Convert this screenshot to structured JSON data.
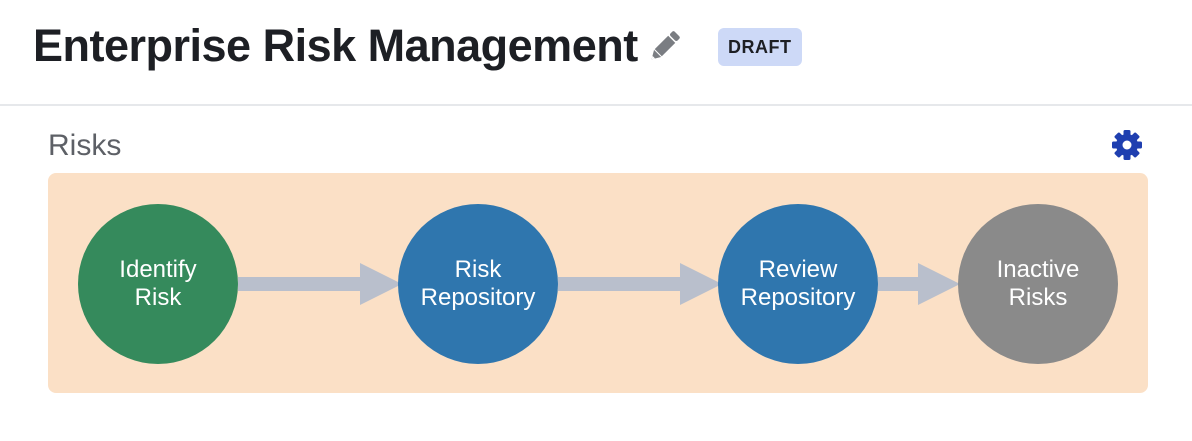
{
  "header": {
    "title": "Enterprise Risk Management",
    "edit_icon": "pencil-icon",
    "status": "DRAFT"
  },
  "section": {
    "title": "Risks",
    "settings_icon": "gear-icon"
  },
  "colors": {
    "panel_background": "#fbe0c6",
    "arrow": "#b9bfcc",
    "badge_background": "#cdd9f7",
    "settings_icon": "#1f3fb0"
  },
  "stages": [
    {
      "label": "Identify\nRisk",
      "color": "#358a5c"
    },
    {
      "label": "Risk\nRepository",
      "color": "#2f76ae"
    },
    {
      "label": "Review\nRepository",
      "color": "#2f76ae"
    },
    {
      "label": "Inactive\nRisks",
      "color": "#8a8a8a"
    }
  ]
}
